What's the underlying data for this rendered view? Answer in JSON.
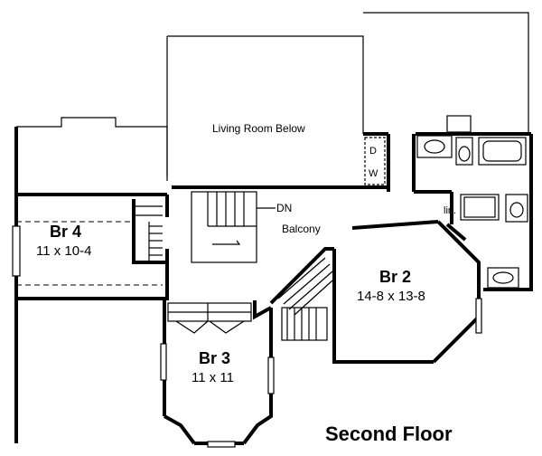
{
  "labels": {
    "living_room_below": "Living Room Below",
    "dn": "DN",
    "balcony": "Balcony",
    "dishwasher_d": "D",
    "dishwasher_w": "W",
    "linen": "lin.",
    "second_floor": "Second Floor"
  },
  "rooms": {
    "br4": {
      "name": "Br 4",
      "dims": "11 x 10-4"
    },
    "br2": {
      "name": "Br 2",
      "dims": "14-8 x 13-8"
    },
    "br3": {
      "name": "Br 3",
      "dims": "11 x 11"
    }
  }
}
